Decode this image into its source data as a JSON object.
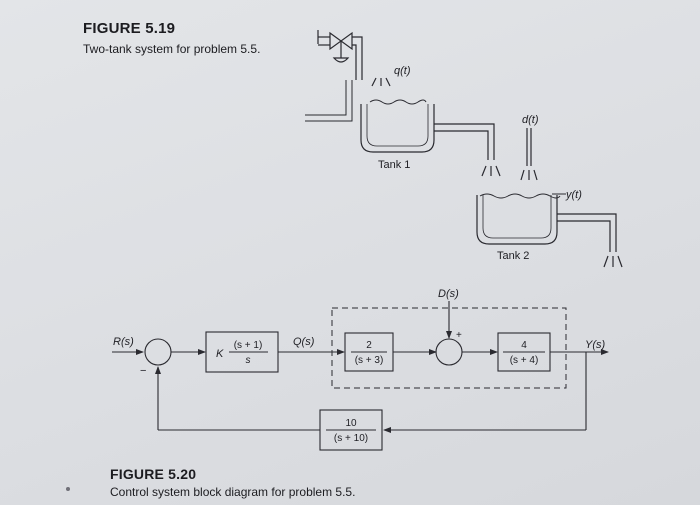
{
  "figure_5_19": {
    "title": "FIGURE 5.19",
    "caption": "Two-tank system for problem 5.5.",
    "flow_label": "q(t)",
    "disturbance_label": "d(t)",
    "level_label": "y(t)",
    "tank1_label": "Tank 1",
    "tank2_label": "Tank 2"
  },
  "figure_5_20": {
    "title": "FIGURE 5.20",
    "caption": "Control system block diagram for problem 5.5.",
    "input_label": "R(s)",
    "minus_sign": "−",
    "controller_gain": "K",
    "controller_num": "(s + 1)",
    "controller_den": "s",
    "q_label": "Q(s)",
    "block2_num": "2",
    "block2_den": "(s + 3)",
    "disturbance_label": "D(s)",
    "plus_sign": "+",
    "block3_num": "4",
    "block3_den": "(s + 4)",
    "output_label": "Y(s)",
    "feedback_num": "10",
    "feedback_den": "(s + 10)"
  }
}
